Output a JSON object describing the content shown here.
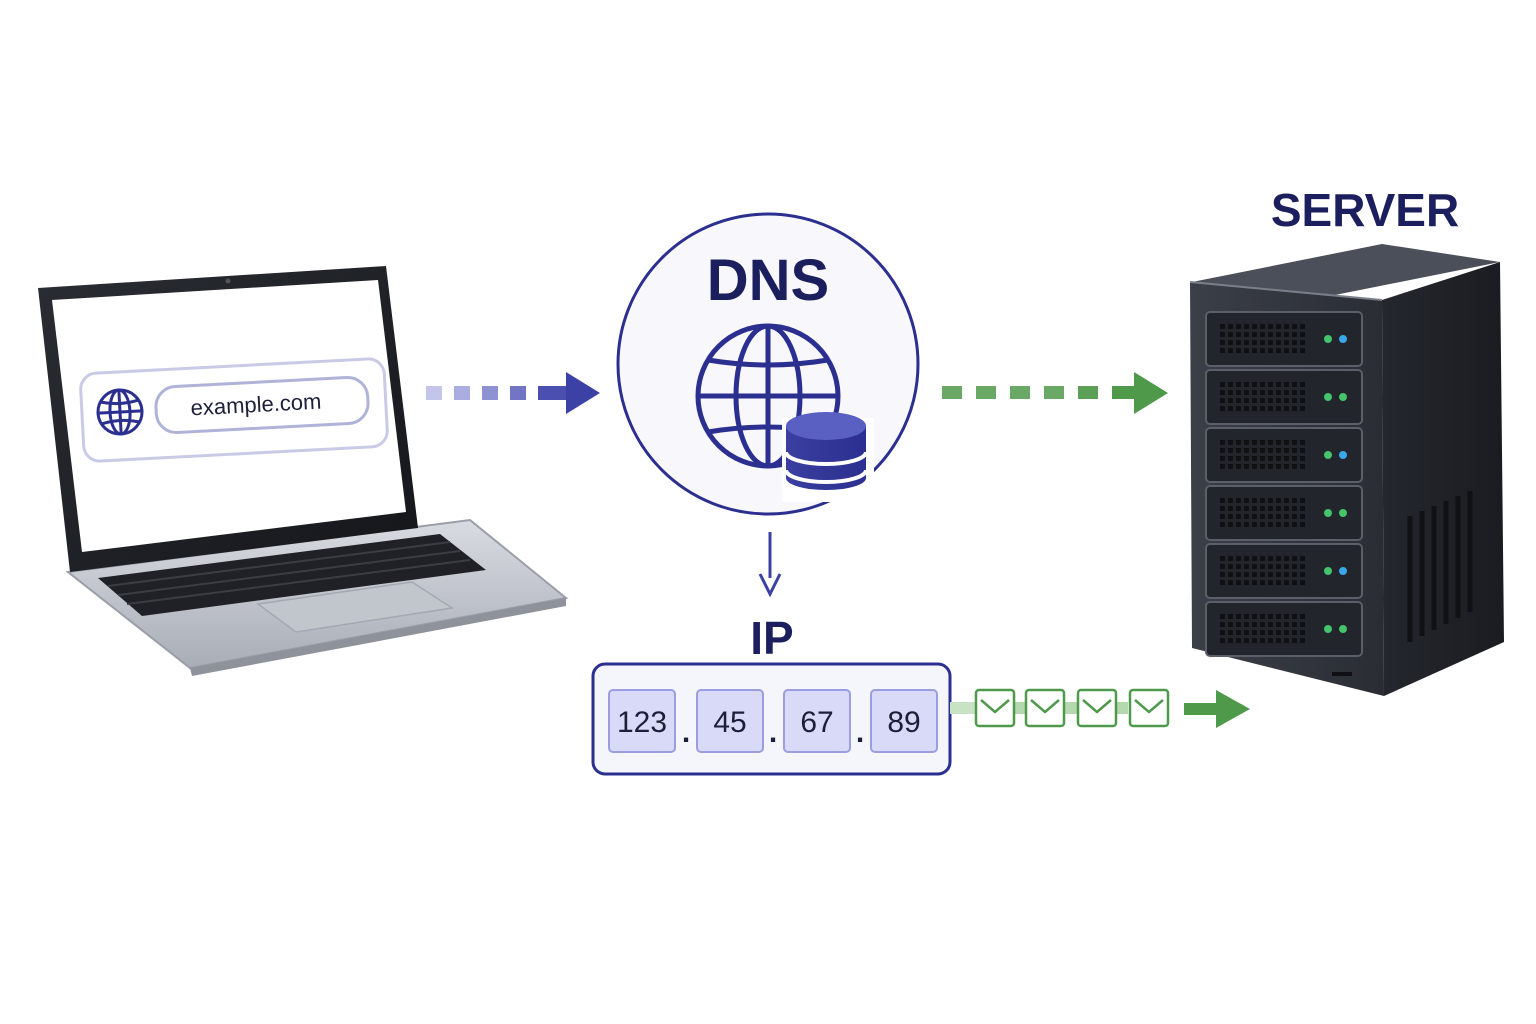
{
  "colors": {
    "indigo": "#2b2f8f",
    "indigo_dark": "#1c1f5e",
    "indigo_mid": "#4a4fb0",
    "indigo_light": "#b9bbe6",
    "green": "#4f9a4a",
    "green_light": "#a9d3a3",
    "laptop_silver": "#c9ccd3",
    "server_dark": "#2f333b",
    "led_green": "#46c46b",
    "led_blue": "#3aa7e8"
  },
  "laptop": {
    "url_text": "example.com",
    "icons": [
      "globe-icon"
    ]
  },
  "dns": {
    "label": "DNS",
    "icons": [
      "globe-icon",
      "database-icon"
    ]
  },
  "ip": {
    "label": "IP",
    "octets": [
      "123",
      "45",
      "67",
      "89"
    ],
    "separator": "."
  },
  "server": {
    "label": "SERVER",
    "unit_count": 6
  },
  "packets": {
    "icon": "envelope-icon",
    "count": 4
  }
}
